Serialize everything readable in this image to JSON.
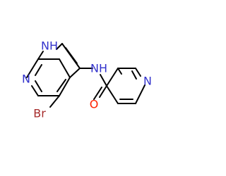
{
  "molecule": {
    "atoms": {
      "nh_ring": "NH",
      "n_pyridine_left": "N",
      "bromine": "Br",
      "nh_amide": "NH",
      "oxygen": "O",
      "n_pyridine_right": "N"
    },
    "colors": {
      "nitrogen": "#3333cc",
      "oxygen": "#ff2200",
      "bromine": "#a52a2a",
      "bond": "#000000"
    }
  }
}
